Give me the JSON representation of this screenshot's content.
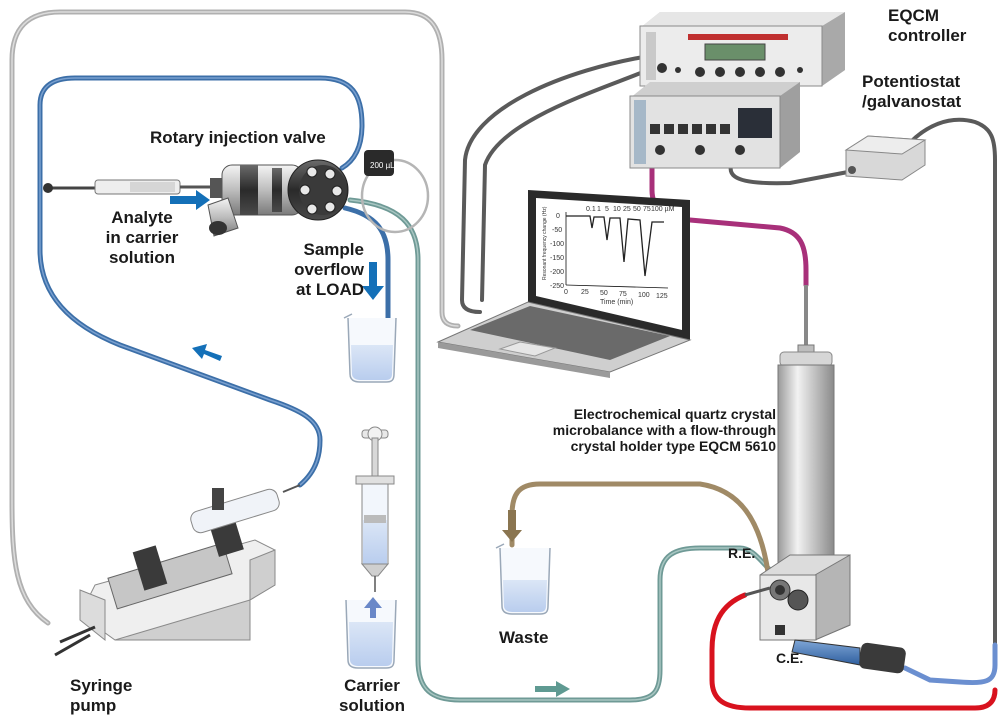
{
  "labels": {
    "eqcm_controller": [
      "EQCM",
      "controller"
    ],
    "potentiostat": [
      "Potentiostat",
      "/galvanostat"
    ],
    "rotary_valve": "Rotary injection valve",
    "analyte": [
      "Analyte",
      "in carrier",
      "solution"
    ],
    "overflow": [
      "Sample",
      "overflow",
      "at LOAD"
    ],
    "eqcm_holder": [
      "Electrochemical quartz crystal",
      "microbalance with a flow-through",
      "crystal holder type EQCM 5610"
    ],
    "re": "R.E.",
    "ce": "C.E.",
    "waste": "Waste",
    "syringe_pump": [
      "Syringe",
      "pump"
    ],
    "carrier": [
      "Carrier",
      "solution"
    ],
    "loop_volume": "200 µL"
  },
  "screen_plot": {
    "ylabel": "Resonant frequency change (Hz)",
    "xlabel": "Time (min)",
    "x_ticks": [
      "0",
      "25",
      "50",
      "75",
      "100",
      "125"
    ],
    "y_ticks": [
      "0",
      "-50",
      "-100",
      "-150",
      "-200",
      "-250"
    ],
    "annotations": [
      "0.1",
      "1",
      "5",
      "10",
      "25",
      "50",
      "75",
      "100 µM"
    ]
  },
  "colors": {
    "tube_blue": "#3c6fa8",
    "tube_grey": "#9a9a9a",
    "tube_teal": "#6f9a96",
    "tube_brown": "#a08a66",
    "cable_magenta": "#a8307a",
    "cable_red": "#d8121e",
    "cable_dark": "#555555",
    "arrow_blue": "#1470b8",
    "arrow_teal": "#5f9a92"
  }
}
